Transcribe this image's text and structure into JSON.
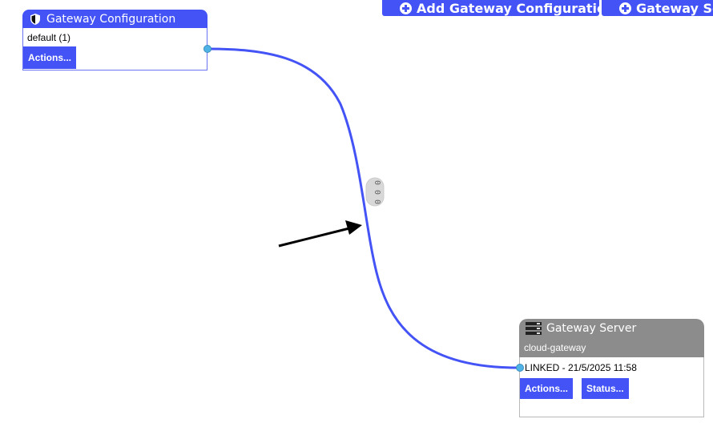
{
  "toolbar": {
    "add_config_label": "Add Gateway Configuration",
    "add_server_label": "Gateway Server"
  },
  "config_node": {
    "title": "Gateway Configuration",
    "icon": "shield-icon",
    "value": "default (1)",
    "actions_label": "Actions..."
  },
  "server_node": {
    "title": "Gateway Server",
    "icon": "server-icon",
    "name": "cloud-gateway",
    "status": "LINKED - 21/5/2025 11:58",
    "actions_label": "Actions...",
    "status_label": "Status..."
  },
  "link": {
    "handle_label": "0 0 0"
  },
  "colors": {
    "accent": "#4353f5",
    "server_header": "#8c8c8c",
    "port": "#4fb3e6",
    "wire": "#4353f5"
  }
}
